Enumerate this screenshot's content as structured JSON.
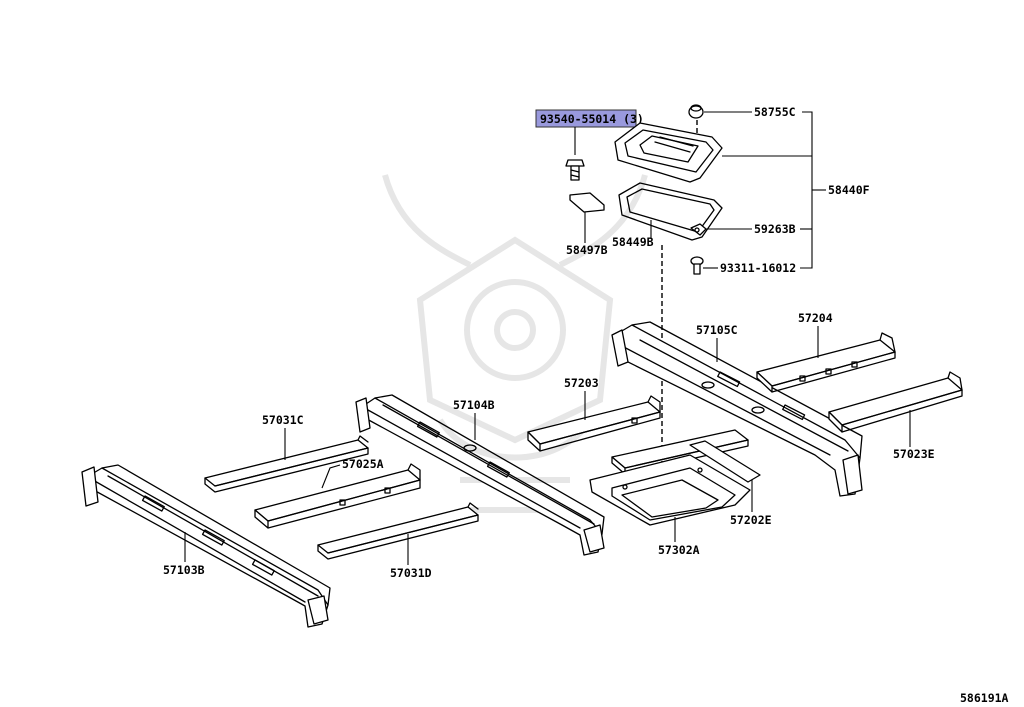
{
  "highlight_color": "#9999dd",
  "labels": {
    "p93540": "93540-55014 (3)",
    "p58755C": "58755C",
    "p58440F": "58440F",
    "p58497B": "58497B",
    "p58449B": "58449B",
    "p59263B": "59263B",
    "p93311": "93311-16012",
    "p57105C": "57105C",
    "p57204": "57204",
    "p57203": "57203",
    "p57104B": "57104B",
    "p57031C": "57031C",
    "p57025A": "57025A",
    "p57023E": "57023E",
    "p57202E": "57202E",
    "p57302A": "57302A",
    "p57031D": "57031D",
    "p57103B": "57103B"
  },
  "diagram_id": "586191A"
}
